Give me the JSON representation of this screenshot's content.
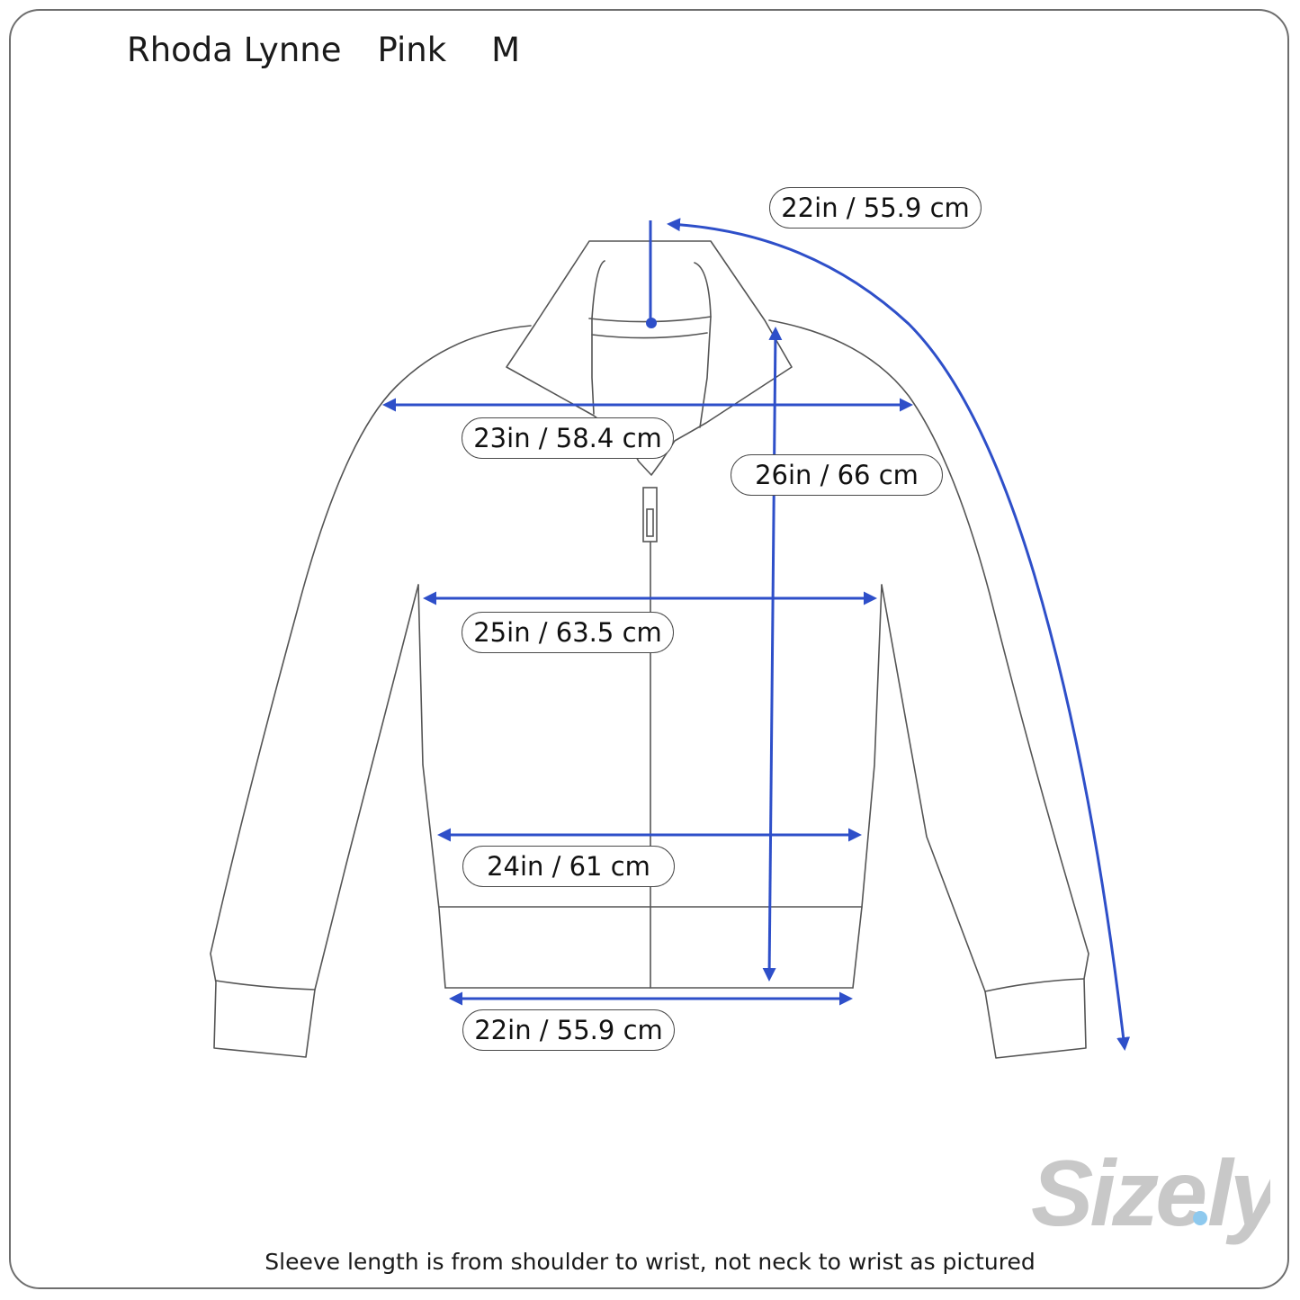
{
  "header": {
    "brand": "Rhoda Lynne",
    "color": "Pink",
    "size": "M"
  },
  "measurements": {
    "sleeve": "22in / 55.9 cm",
    "chest": "23in / 58.4 cm",
    "length": "26in / 66 cm",
    "waist": "25in / 63.5 cm",
    "hip": "24in / 61 cm",
    "hem": "22in / 55.9 cm"
  },
  "footnote": "Sleeve length is from shoulder to wrist, not neck to wrist as pictured",
  "logo": {
    "text": "Size.ly"
  },
  "colors": {
    "measure_line": "#2e4fc9",
    "outline": "#555555",
    "logo": "#c8c8c8",
    "logo_dot": "#8ec9ee"
  }
}
